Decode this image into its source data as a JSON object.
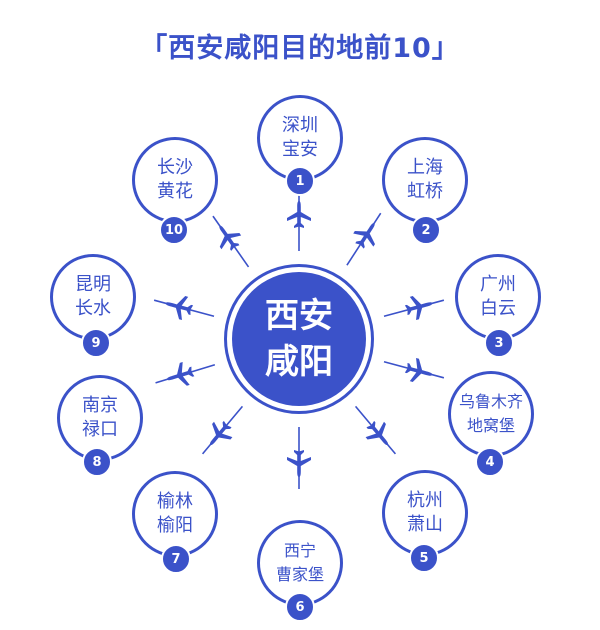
{
  "title": "「西安咸阳目的地前10」",
  "hub": {
    "line1": "西安",
    "line2": "咸阳"
  },
  "destinations": [
    {
      "rank": "1",
      "line1": "深圳",
      "line2": "宝安"
    },
    {
      "rank": "2",
      "line1": "上海",
      "line2": "虹桥"
    },
    {
      "rank": "3",
      "line1": "广州",
      "line2": "白云"
    },
    {
      "rank": "4",
      "line1": "乌鲁木齐",
      "line2": "地窝堡"
    },
    {
      "rank": "5",
      "line1": "杭州",
      "line2": "萧山"
    },
    {
      "rank": "6",
      "line1": "西宁",
      "line2": "曹家堡"
    },
    {
      "rank": "7",
      "line1": "榆林",
      "line2": "榆阳"
    },
    {
      "rank": "8",
      "line1": "南京",
      "line2": "禄口"
    },
    {
      "rank": "9",
      "line1": "昆明",
      "line2": "长水"
    },
    {
      "rank": "10",
      "line1": "长沙",
      "line2": "黄花"
    }
  ],
  "colors": {
    "accent": "#3b52c9",
    "background": "#ffffff"
  },
  "icons": {
    "route": "airplane-icon"
  }
}
